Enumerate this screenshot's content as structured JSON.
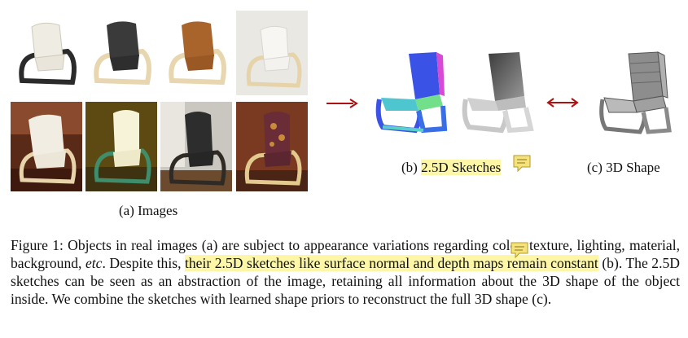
{
  "labels": {
    "images": "(a) Images",
    "sketches_prefix": "(b) ",
    "sketches_highlight": "2.5D Sketches",
    "shape": "(c) 3D Shape"
  },
  "caption": {
    "part1": "Figure 1: Objects in real images (a) are subject to appearance variations regarding color, texture, lighting, material, background, ",
    "etc": "etc",
    "part2": ". Despite this, ",
    "highlight": "their 2.5D sketches like surface normal and depth maps remain constant",
    "part3": " (b). The 2.5D sketches can be seen as an abstraction of the image, retaining all information about the 3D shape of the object inside. We combine the sketches with learned shape priors to reconstruct the full 3D shape (c)."
  },
  "colors": {
    "highlight": "#fdf6a6",
    "arrow": "#b01010",
    "note_icon": "#f4e27a"
  },
  "icons": [
    "note-icon",
    "right-arrow-icon",
    "double-arrow-icon"
  ]
}
